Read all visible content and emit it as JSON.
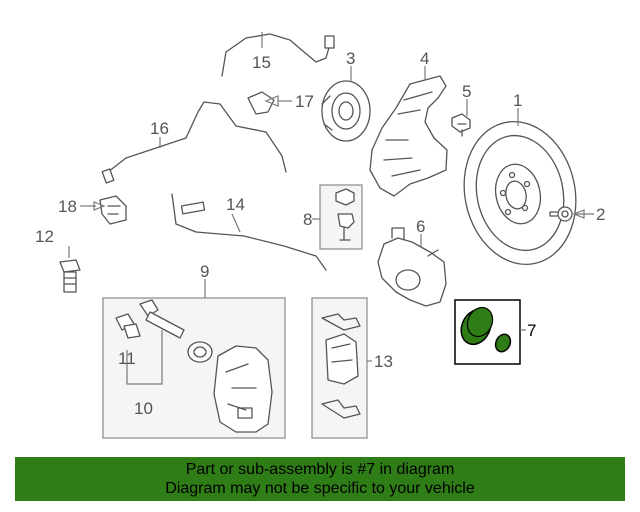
{
  "callouts": {
    "c1": "1",
    "c2": "2",
    "c3": "3",
    "c4": "4",
    "c5": "5",
    "c6": "6",
    "c7": "7",
    "c8": "8",
    "c9": "9",
    "c10": "10",
    "c11": "11",
    "c12": "12",
    "c13": "13",
    "c14": "14",
    "c15": "15",
    "c16": "16",
    "c17": "17",
    "c18": "18"
  },
  "highlight": {
    "part_number": "7",
    "color": "#2f7d16",
    "line_color": "#000000"
  },
  "banner": {
    "line1": "Part or sub-assembly is #7 in diagram",
    "line2": "Diagram may not be specific to your vehicle",
    "background": "#2f7d16"
  }
}
